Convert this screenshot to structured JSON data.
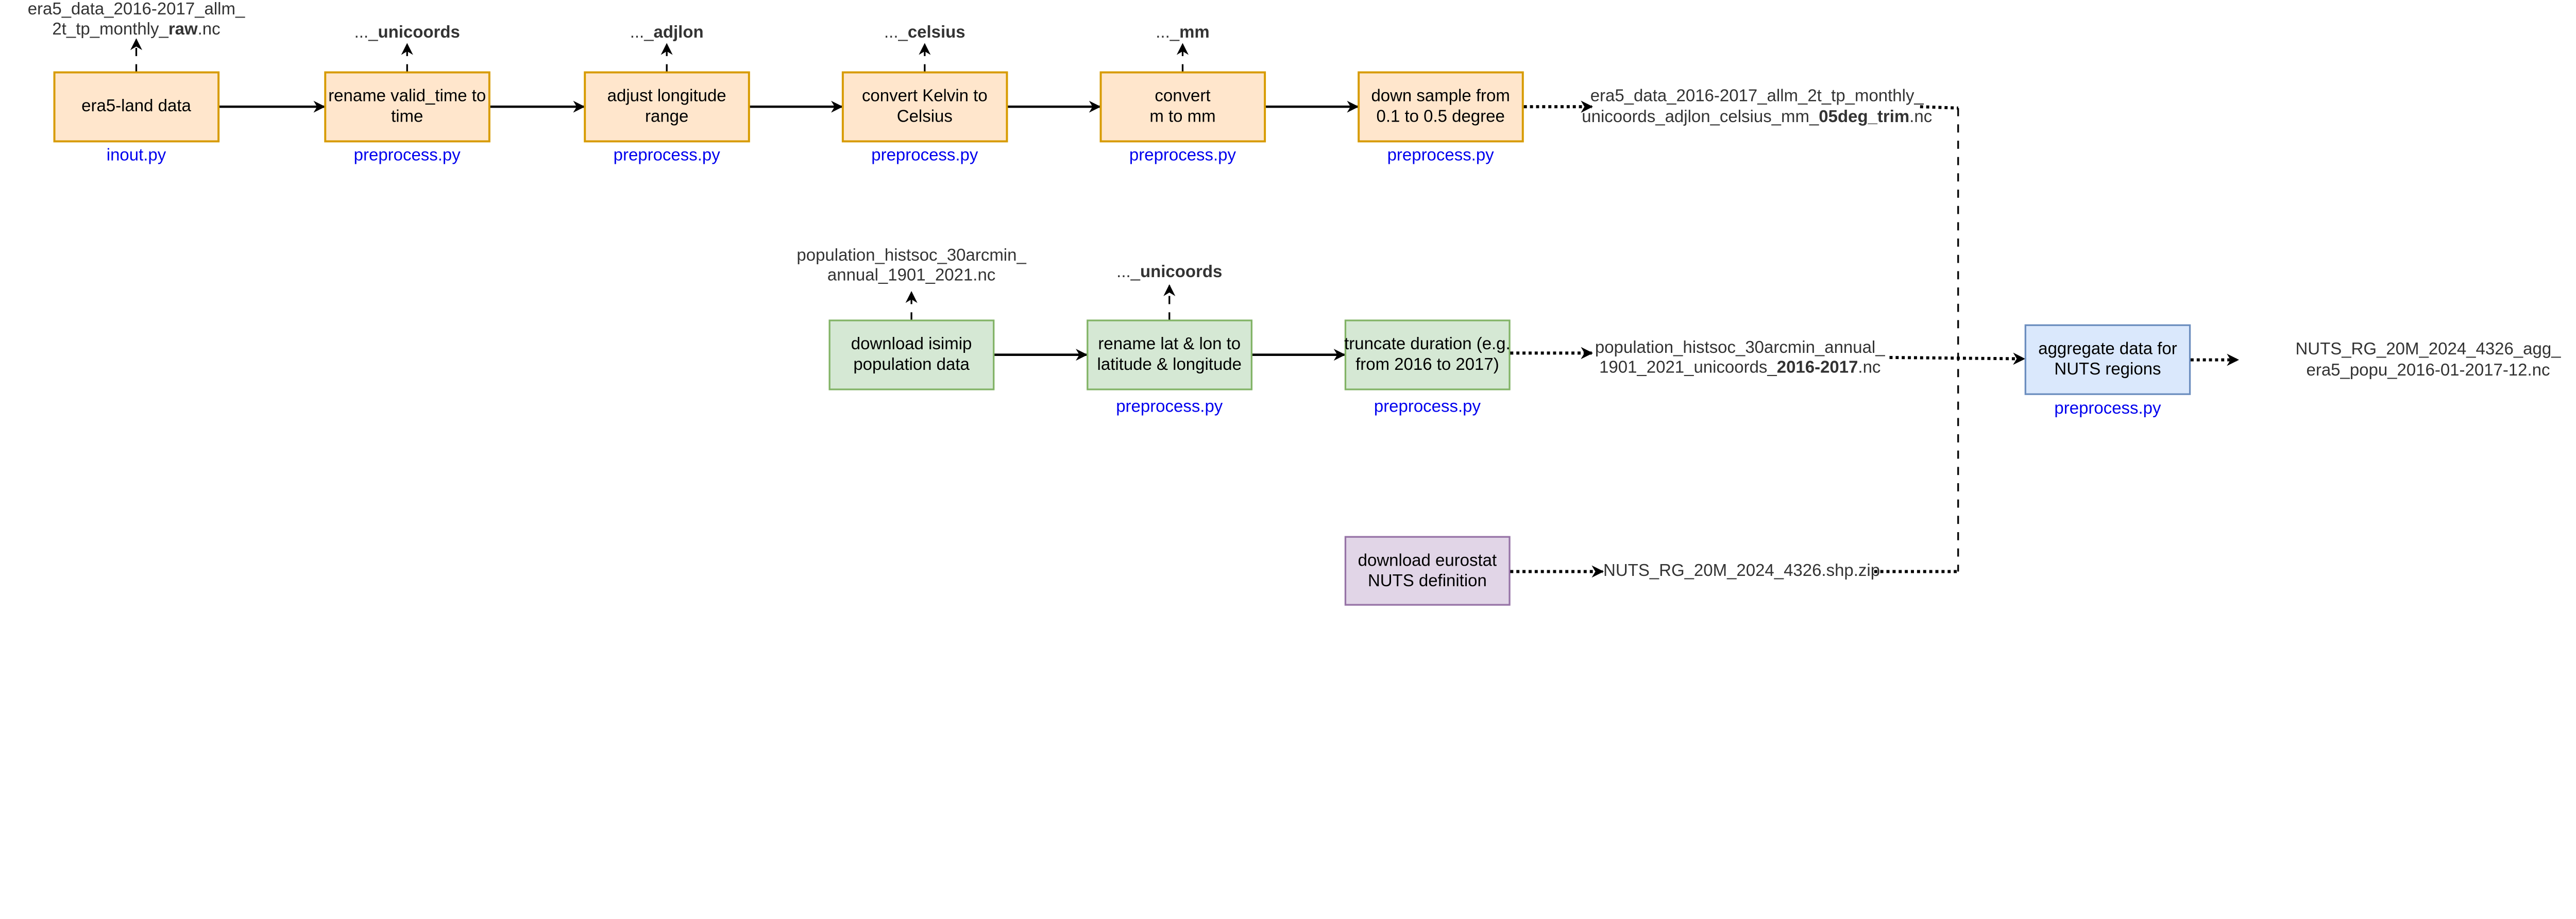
{
  "colors": {
    "orange_fill": "#ffe6cc",
    "orange_stroke": "#d79b00",
    "green_fill": "#d5e8d4",
    "green_stroke": "#82b366",
    "blue_fill": "#dae8fc",
    "blue_stroke": "#6c8ebf",
    "purple_fill": "#e1d5e7",
    "purple_stroke": "#9673a6",
    "script_link": "#0000ee"
  },
  "era5_row": {
    "steps": [
      {
        "label": [
          "era5-land data"
        ],
        "script": "inout.py",
        "output": {
          "line1": "era5_data_2016-2017_allm_",
          "pre": "2t_tp_monthly_",
          "bold": "raw",
          "post": ".nc"
        }
      },
      {
        "label": [
          "rename valid_time to",
          "time"
        ],
        "script": "preprocess.py",
        "output": {
          "pre": "..._",
          "bold": "unicoords",
          "post": ""
        }
      },
      {
        "label": [
          "adjust longitude",
          "range"
        ],
        "script": "preprocess.py",
        "output": {
          "pre": "..._",
          "bold": "adjlon",
          "post": ""
        }
      },
      {
        "label": [
          "convert Kelvin to",
          "Celsius"
        ],
        "script": "preprocess.py",
        "output": {
          "pre": "..._",
          "bold": "celsius",
          "post": ""
        }
      },
      {
        "label": [
          "convert",
          "m to mm"
        ],
        "script": "preprocess.py",
        "output": {
          "pre": "..._",
          "bold": "mm",
          "post": ""
        }
      },
      {
        "label": [
          "down sample from",
          "0.1 to 0.5 degree"
        ],
        "script": "preprocess.py"
      }
    ],
    "final_output": {
      "line1": "era5_data_2016-2017_allm_2t_tp_monthly_",
      "pre": "unicoords_adjlon_celsius_mm_",
      "bold": "05deg_trim",
      "post": ".nc"
    }
  },
  "population_row": {
    "steps": [
      {
        "label": [
          "download isimip",
          "population data"
        ],
        "output": {
          "line1": "population_histsoc_30arcmin_",
          "line2": "annual_1901_2021.nc"
        }
      },
      {
        "label": [
          "rename lat & lon to",
          "latitude & longitude"
        ],
        "script": "preprocess.py",
        "output": {
          "pre": "..._",
          "bold": "unicoords",
          "post": ""
        }
      },
      {
        "label": [
          "truncate duration (e.g.",
          "from 2016 to 2017)"
        ],
        "script": "preprocess.py"
      }
    ],
    "final_output": {
      "line1": "population_histsoc_30arcmin_annual_",
      "pre": "1901_2021_unicoords_",
      "bold": "2016-2017",
      "post": ".nc"
    }
  },
  "nuts_row": {
    "step": {
      "label": [
        "download eurostat",
        "NUTS definition"
      ]
    },
    "output": "NUTS_RG_20M_2024_4326.shp.zip"
  },
  "aggregate": {
    "label": [
      "aggregate data for",
      "NUTS regions"
    ],
    "script": "preprocess.py",
    "output": [
      "NUTS_RG_20M_2024_4326_agg_",
      "era5_popu_2016-01-2017-12.nc"
    ]
  }
}
